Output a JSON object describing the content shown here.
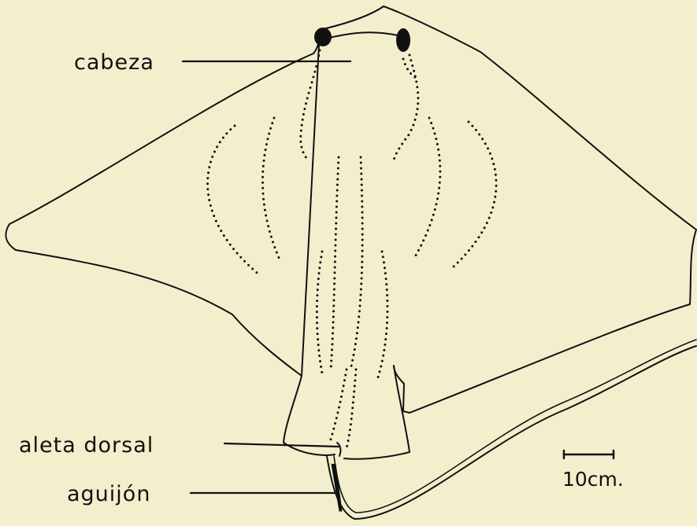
{
  "labels": {
    "cabeza": "cabeza",
    "aleta_dorsal": "aleta dorsal",
    "aguijon": "aguijón",
    "scale": "10cm."
  },
  "colors": {
    "background": "#f3efcd",
    "ink": "#111111"
  }
}
